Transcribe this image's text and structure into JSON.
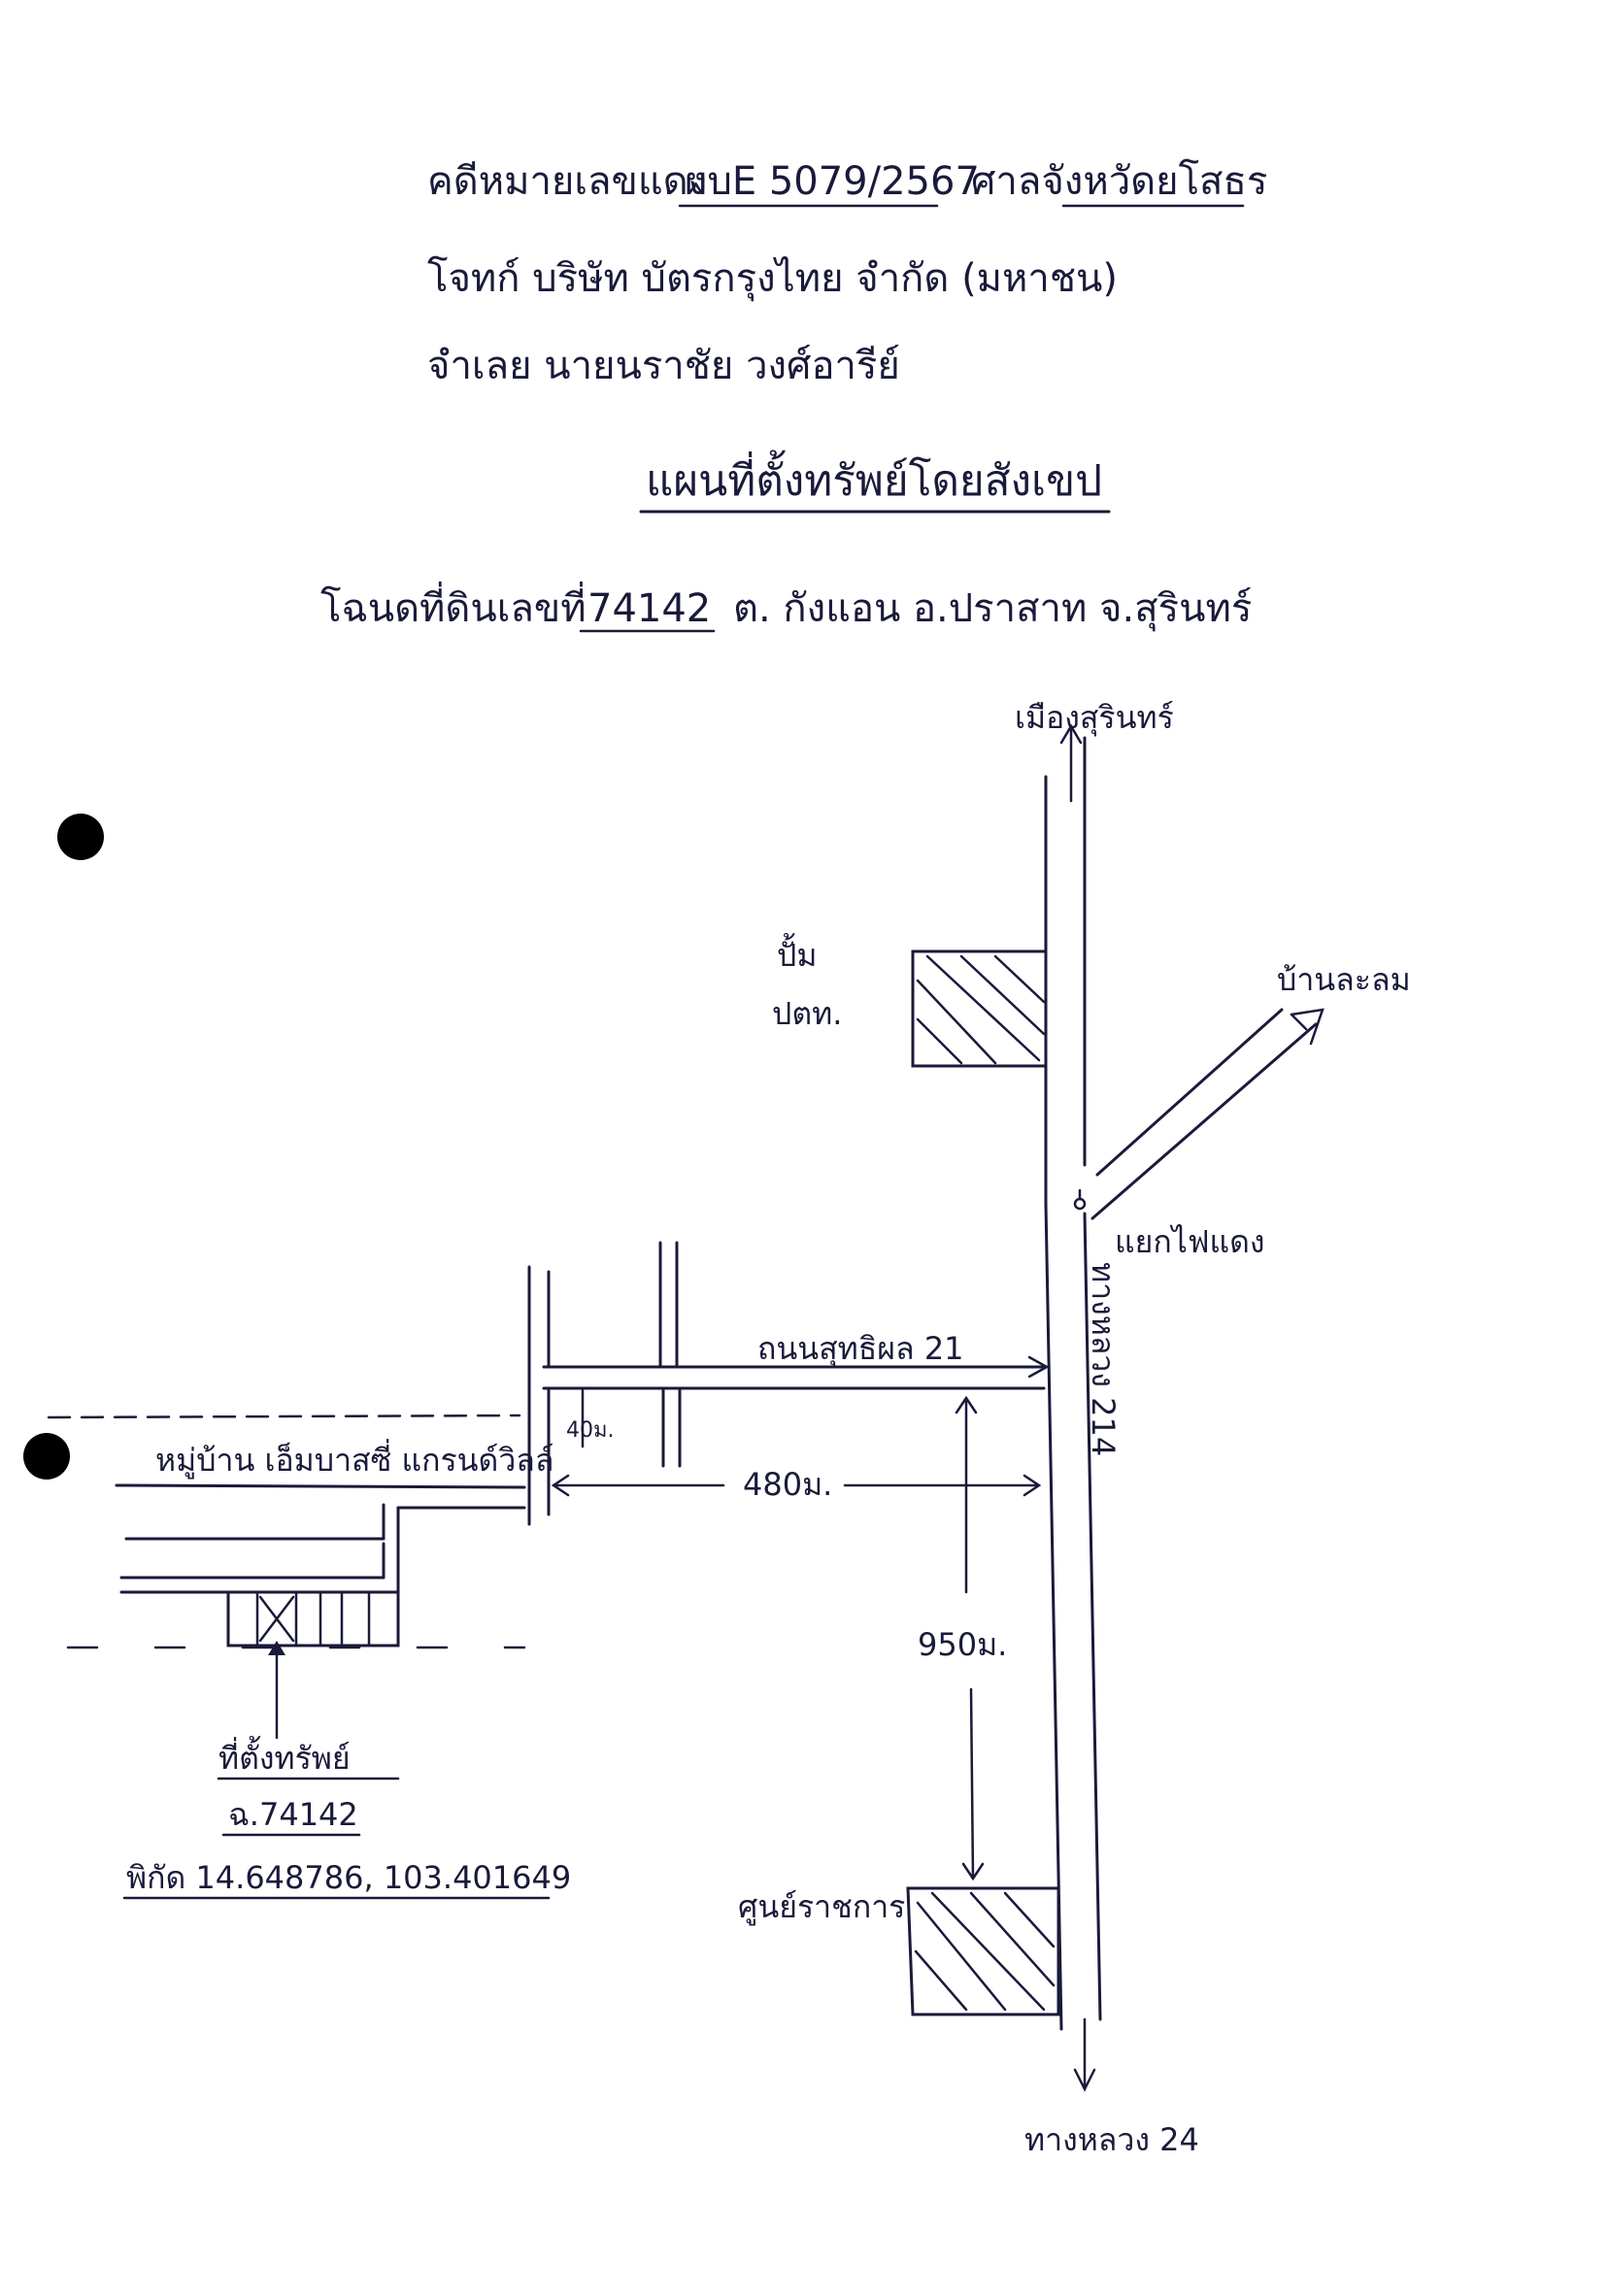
{
  "header": {
    "case_line_prefix": "คดีหมายเลขแดง",
    "case_number": "ผบE 5079/2567",
    "court": "ศาลจังหวัดยโสธร",
    "plaintiff": "โจทก์ บริษัท บัตรกรุงไทย จำกัด (มหาชน)",
    "defendant": "จำเลย นายนราชัย วงศ์อารีย์",
    "title": "แผนที่ตั้งทรัพย์โดยสังเขป",
    "deed_prefix": "โฉนดที่ดินเลขที่",
    "deed_number": "74142",
    "deed_suffix": "ต. กังแอน อ.ปราสาท จ.สุรินทร์"
  },
  "map": {
    "to_city": "เมืองสุรินทร์",
    "gas_station_line1": "ปั้ม",
    "gas_station_line2": "ปตท.",
    "to_village": "บ้านละลม",
    "traffic_light": "แยกไฟแดง",
    "side_road": "ถนนสุทธิผล 21",
    "highway_vertical": "ทางหลวง 214",
    "village_name": "หมู่บ้าน เอ็มบาสซี่ แกรนด์วิลล์",
    "dist_40": "40ม.",
    "dist_480": "480ม.",
    "dist_950": "950ม.",
    "government_center": "ศูนย์ราชการ",
    "to_highway": "ทางหลวง 24",
    "property_label": "ที่ตั้งทรัพย์",
    "property_deed": "ฉ.74142",
    "coordinates": "พิกัด 14.648786, 103.401649"
  }
}
